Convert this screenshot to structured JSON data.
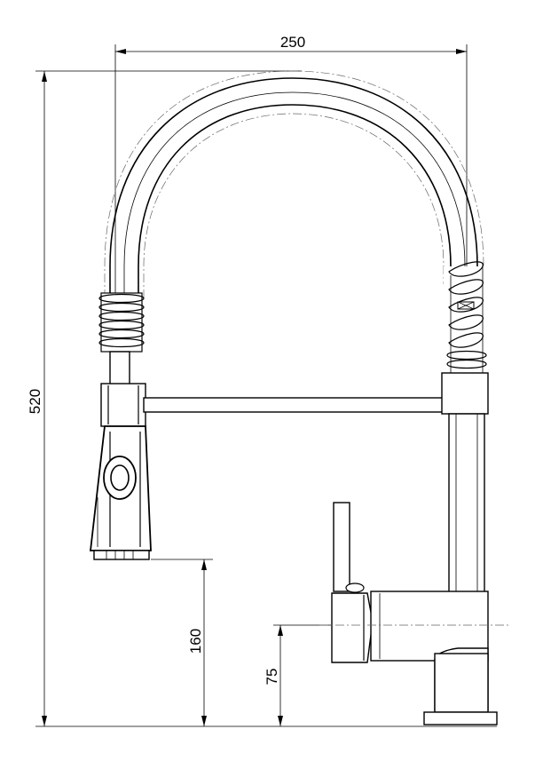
{
  "dimensions": {
    "width": "250",
    "height_total": "520",
    "height_spray": "160",
    "height_handle": "75"
  }
}
